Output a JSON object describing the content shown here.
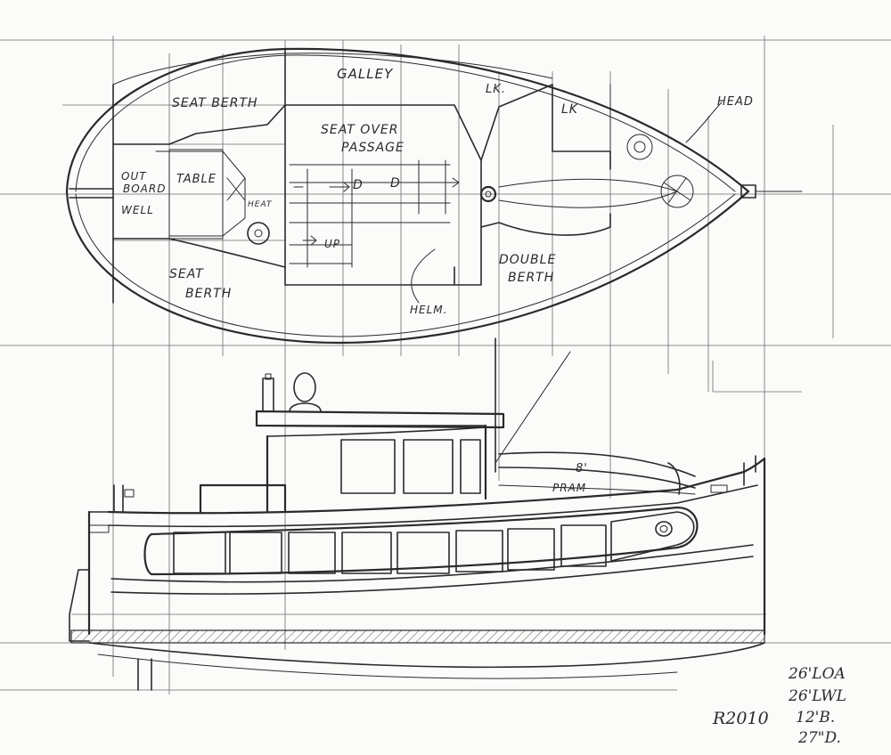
{
  "plan_labels": {
    "galley": "GALLEY",
    "seat_berth_top": "SEAT BERTH",
    "seat_over": "SEAT OVER",
    "passage": "PASSAGE",
    "lk_small": "LK.",
    "lk": "LK",
    "head": "HEAD",
    "out": "OUT",
    "board": "BOARD",
    "well": "WELL",
    "table": "TABLE",
    "heat": "HEAT",
    "d_left": "D",
    "d_right": "D",
    "up": "UP",
    "seat": "SEAT",
    "berth_bottom": "BERTH",
    "double": "DOUBLE",
    "berth_right": "BERTH",
    "helm": "HELM."
  },
  "profile_labels": {
    "pram_size": "8'",
    "pram": "PRAM"
  },
  "specs": {
    "loa": "26'LOA",
    "lwl": "26'LWL",
    "beam": "12'B.",
    "draft": "27\"D."
  },
  "signature": "R2010"
}
